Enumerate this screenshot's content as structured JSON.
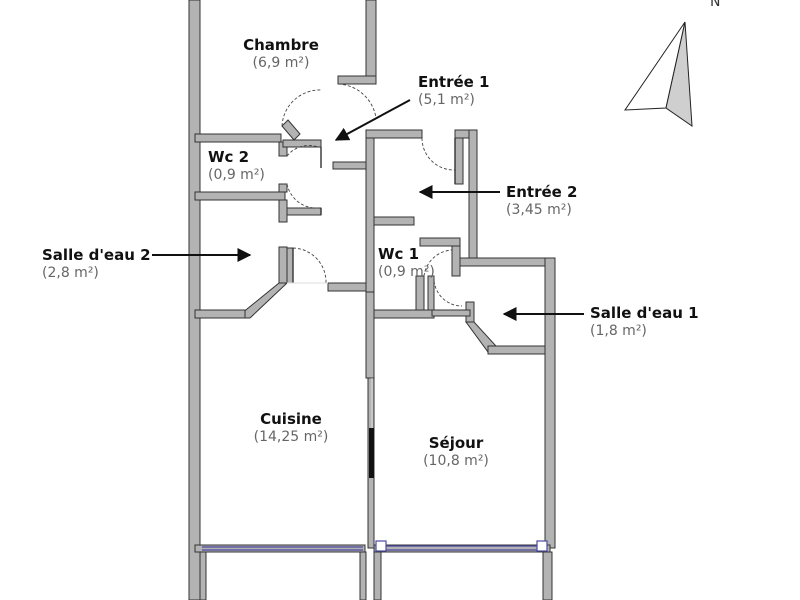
{
  "compass": {
    "label": "N"
  },
  "rooms": [
    {
      "id": "chambre",
      "name": "Chambre",
      "area": "(6,9 m²)"
    },
    {
      "id": "entree1",
      "name": "Entrée 1",
      "area": "(5,1 m²)"
    },
    {
      "id": "wc2",
      "name": "Wc 2",
      "area": "(0,9 m²)"
    },
    {
      "id": "entree2",
      "name": "Entrée 2",
      "area": "(3,45 m²)"
    },
    {
      "id": "salle-eau-2",
      "name": "Salle d'eau 2",
      "area": "(2,8 m²)"
    },
    {
      "id": "wc1",
      "name": "Wc 1",
      "area": "(0,9 m²)"
    },
    {
      "id": "salle-eau-1",
      "name": "Salle d'eau 1",
      "area": "(1,8 m²)"
    },
    {
      "id": "cuisine",
      "name": "Cuisine",
      "area": "(14,25 m²)"
    },
    {
      "id": "sejour",
      "name": "Séjour",
      "area": "(10,8 m²)"
    }
  ],
  "colors": {
    "wall_fill": "#b3b3b3",
    "wall_stroke": "#333333",
    "window": "#4a4aa0",
    "arrow": "#111111",
    "area_text": "#666666"
  }
}
